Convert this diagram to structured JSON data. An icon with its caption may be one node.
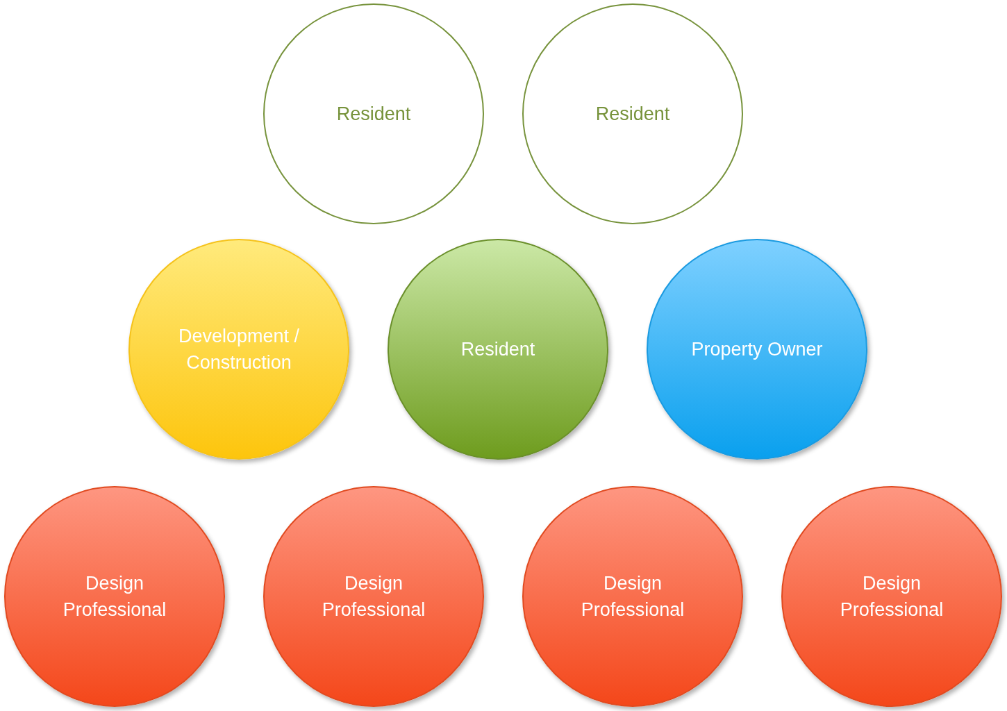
{
  "diagram": {
    "nodes": [
      {
        "text": [
          "Resident"
        ]
      },
      {
        "text": [
          "Resident"
        ]
      },
      {
        "text": [
          "Development / Construction"
        ]
      },
      {
        "text": [
          "Resident"
        ]
      },
      {
        "text": [
          "Property Owner"
        ]
      },
      {
        "text": [
          "Design Professional"
        ]
      },
      {
        "text": [
          "Design Professional"
        ]
      },
      {
        "text": [
          "Design Professional"
        ]
      },
      {
        "text": [
          "Design Professional"
        ]
      }
    ]
  }
}
